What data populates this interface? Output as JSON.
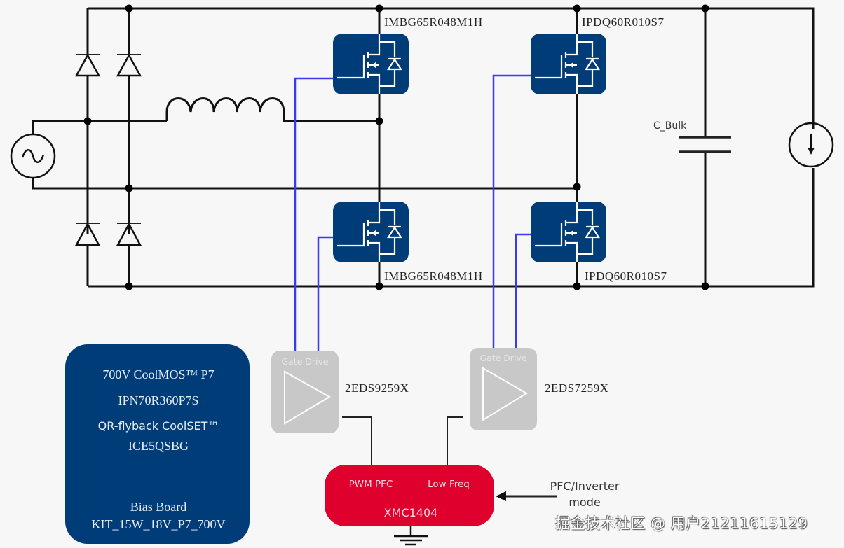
{
  "diagram": {
    "type": "totem-pole PFC / inverter power stage schematic",
    "colors": {
      "mosfet_fill": "#003c78",
      "gate_wire": "#3a3af0",
      "gate_driver_fill": "#c8c8c8",
      "controller_fill": "#e0002e",
      "bias_board_fill": "#003c78",
      "wire": "#111111"
    },
    "components": {
      "ac_source": {
        "name": "AC source",
        "symbol": "sine-wave-icon"
      },
      "bridge_diodes": {
        "count": 4
      },
      "inductor": {
        "name": "Boost inductor"
      },
      "mosfets": [
        {
          "id": "q1",
          "part": "IMBG65R048M1H",
          "position": "high-side left leg"
        },
        {
          "id": "q2",
          "part": "IMBG65R048M1H",
          "position": "low-side left leg"
        },
        {
          "id": "q3",
          "part": "IPDQ60R010S7",
          "position": "high-side right leg"
        },
        {
          "id": "q4",
          "part": "IPDQ60R010S7",
          "position": "low-side right leg"
        }
      ],
      "capacitor": {
        "label": "C_Bulk"
      },
      "load": {
        "name": "Current source load",
        "symbol": "current-arrow-down-icon"
      },
      "gate_drivers": [
        {
          "id": "gd1",
          "title": "Gate Drive",
          "part": "2EDS9259X"
        },
        {
          "id": "gd2",
          "title": "Gate Drive",
          "part": "2EDS7259X"
        }
      ],
      "controller": {
        "name": "XMC1404",
        "outputs": [
          "PWM PFC",
          "Low Freq"
        ],
        "input_label_line1": "PFC/Inverter",
        "input_label_line2": "mode"
      },
      "bias_board": {
        "lines": [
          "700V CoolMOS™ P7",
          "IPN70R360P7S",
          "QR-flyback CoolSET™",
          "ICE5QSBG",
          "Bias Board",
          "KIT_15W_18V_P7_700V"
        ]
      }
    },
    "watermark": "掘金技术社区 @ 用户21211615129"
  }
}
